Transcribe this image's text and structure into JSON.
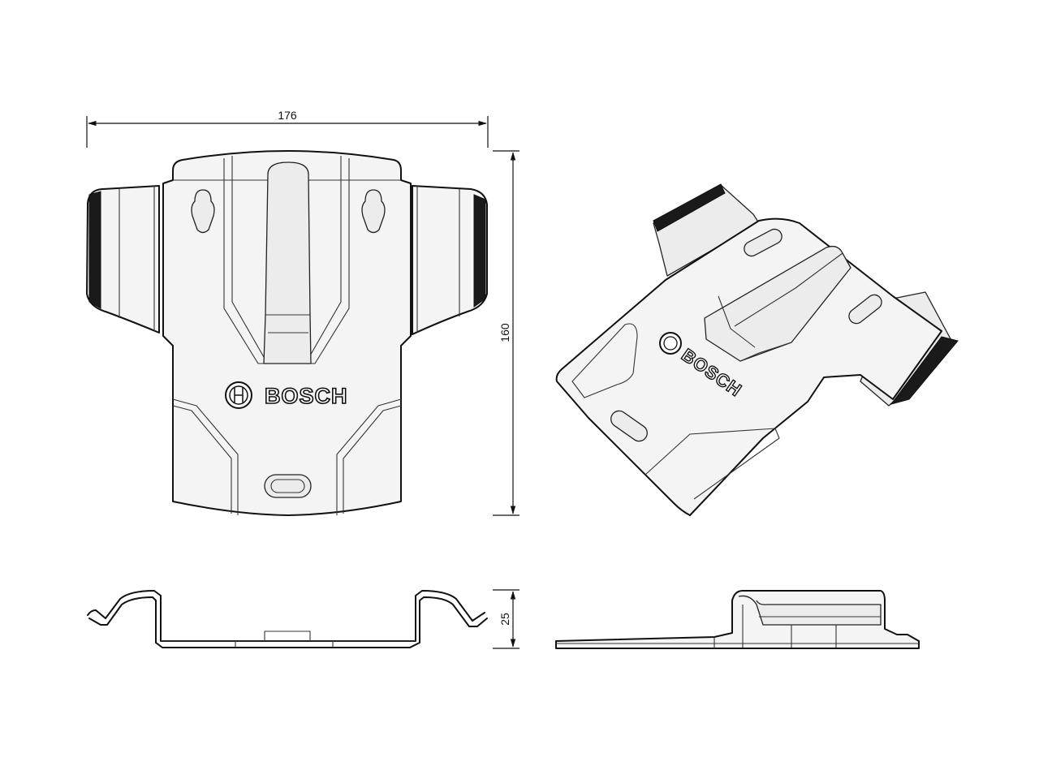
{
  "dimensions": {
    "width_label": "176",
    "height_label": "160",
    "depth_label": "25"
  },
  "brand": {
    "logo_text": "BOSCH"
  }
}
